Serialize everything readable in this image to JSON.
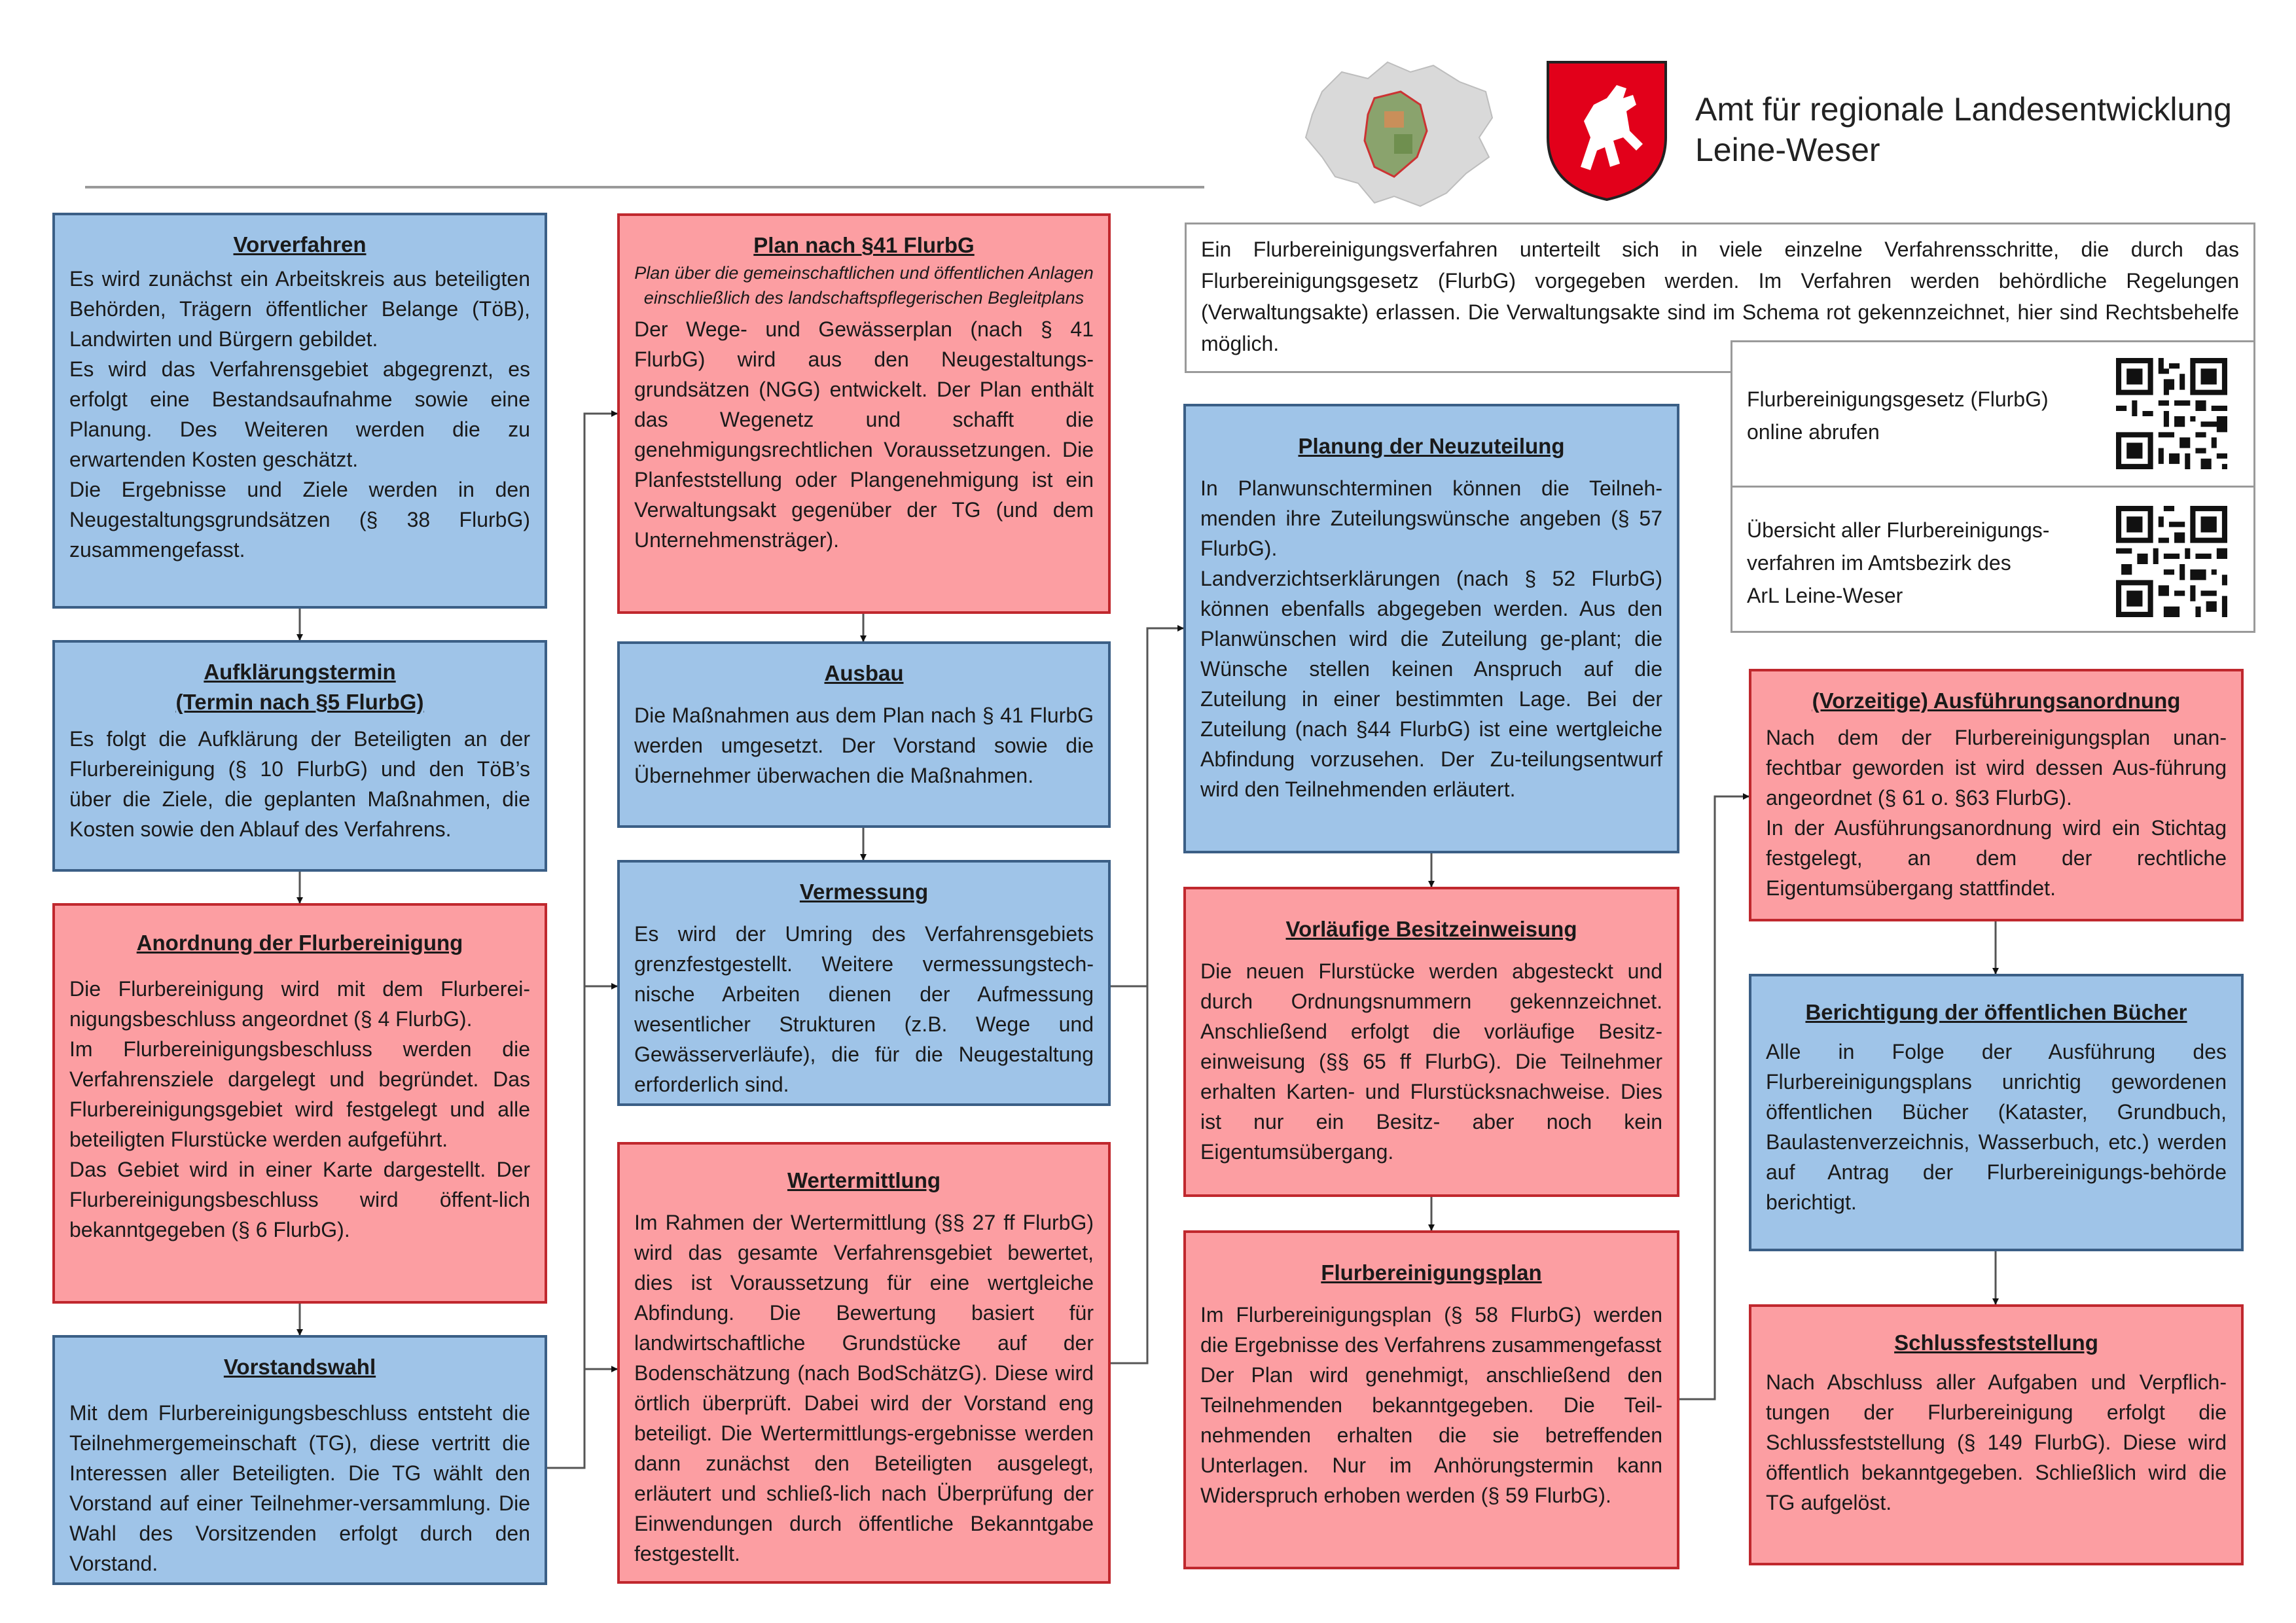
{
  "header": {
    "office_name_line1": "Amt für regionale Landesentwicklung",
    "office_name_line2": "Leine-Weser"
  },
  "info": {
    "text": "Ein Flurbereinigungsverfahren unterteilt sich in viele einzelne Verfahrensschritte, die durch das Flurbereinigungsgesetz (FlurbG) vorgegeben werden. Im Verfahren werden behördliche Regelungen (Verwaltungsakte) erlassen. Die Verwaltungsakte sind im Schema rot gekennzeichnet, hier sind Rechtsbehelfe möglich.",
    "qr1_line1": "Flurbereinigungsgesetz (FlurbG)",
    "qr1_line2": " online abrufen",
    "qr2_line1": "Übersicht aller Flurbereinigungs-",
    "qr2_line2": "verfahren im Amtsbezirk des",
    "qr2_line3": "ArL Leine-Weser"
  },
  "colors": {
    "blue_fill": "#9fc4e8",
    "blue_border": "#3b5f86",
    "red_fill": "#fc9ea2",
    "red_border": "#c0282e"
  },
  "steps": {
    "vorverfahren": {
      "title": "Vorverfahren",
      "p1": "Es wird zunächst ein Arbeitskreis aus beteiligten Behörden, Trägern öffentlicher Belange (TöB), Landwirten und Bürgern gebildet.",
      "p2": "Es wird das Verfahrensgebiet abgegrenzt, es erfolgt eine Bestandsaufnahme sowie eine Planung. Des Weiteren werden die zu erwartenden Kosten geschätzt.",
      "p3": "Die Ergebnisse und Ziele werden in den Neugestaltungsgrundsätzen (§ 38 FlurbG) zusammengefasst."
    },
    "aufklaerung": {
      "title": "Aufklärungstermin",
      "title2": "(Termin nach §5 FlurbG)",
      "p1": "Es folgt die Aufklärung der Beteiligten an der Flurbereinigung (§ 10 FlurbG) und den TöB’s über die Ziele, die geplanten Maßnahmen, die Kosten sowie den Ablauf des Verfahrens."
    },
    "anordnung": {
      "title": "Anordnung der Flurbereinigung",
      "p1": "Die Flurbereinigung wird mit dem Flurberei-nigungsbeschluss angeordnet (§ 4 FlurbG).",
      "p2": "Im Flurbereinigungsbeschluss werden die Verfahrensziele dargelegt und begründet. Das Flurbereinigungsgebiet wird festgelegt und alle beteiligten Flurstücke werden aufgeführt.",
      "p3": "Das Gebiet wird in einer Karte dargestellt. Der Flurbereinigungsbeschluss wird öffent-lich bekanntgegeben (§ 6 FlurbG)."
    },
    "vorstandswahl": {
      "title": "Vorstandswahl",
      "p1": "Mit dem Flurbereinigungsbeschluss entsteht die Teilnehmergemeinschaft (TG), diese vertritt die Interessen aller Beteiligten. Die TG wählt den Vorstand auf einer Teilnehmer-versammlung. Die Wahl des Vorsitzenden erfolgt durch den Vorstand."
    },
    "plan41": {
      "title": "Plan nach §41 FlurbG",
      "subtitle": "Plan über die gemeinschaftlichen und öffentlichen Anlagen einschließlich des landschaftspflegerischen Begleitplans",
      "p1": "Der Wege- und Gewässerplan (nach § 41 FlurbG) wird aus den Neugestaltungs-grundsätzen (NGG) entwickelt. Der Plan enthält das Wegenetz und schafft die genehmigungsrechtlichen Voraussetzungen. Die Planfeststellung oder Plangenehmigung ist ein Verwaltungsakt gegenüber der TG (und dem Unternehmensträger)."
    },
    "ausbau": {
      "title": "Ausbau",
      "p1": "Die Maßnahmen aus dem Plan nach § 41 FlurbG werden  umgesetzt. Der Vorstand sowie die Übernehmer überwachen die Maßnahmen."
    },
    "vermessung": {
      "title": "Vermessung",
      "p1": "Es wird der Umring des Verfahrensgebiets grenzfestgestellt. Weitere vermessungstech-nische Arbeiten dienen der Aufmessung wesentlicher Strukturen (z.B. Wege und Gewässerverläufe), die für die Neugestaltung erforderlich sind."
    },
    "wertermittlung": {
      "title": "Wertermittlung",
      "p1": "Im Rahmen der Wertermittlung (§§ 27 ff FlurbG) wird das gesamte Verfahrensgebiet bewertet, dies ist Voraussetzung für eine wertgleiche Abfindung. Die Bewertung basiert für landwirtschaftliche Grundstücke auf der Bodenschätzung (nach BodSchätzG). Diese wird örtlich überprüft. Dabei wird der Vorstand eng beteiligt. Die Wertermittlungs-ergebnisse werden dann zunächst den Beteiligten ausgelegt, erläutert und schließ-lich nach Überprüfung der Einwendungen durch öffentliche Bekanntgabe festgestellt."
    },
    "neuzuteilung": {
      "title": "Planung der Neuzuteilung",
      "p1": "In Planwunschterminen können die Teilneh-menden ihre Zuteilungswünsche angeben (§ 57 FlurbG).",
      "p2": "Landverzichtserklärungen (nach § 52 FlurbG) können ebenfalls abgegeben werden. Aus den Planwünschen wird die Zuteilung ge-plant; die Wünsche stellen keinen Anspruch auf die Zuteilung in einer bestimmten Lage. Bei der Zuteilung (nach §44 FlurbG) ist eine wertgleiche Abfindung vorzusehen. Der Zu-teilungsentwurf wird den Teilnehmenden erläutert."
    },
    "besitzeinweisung": {
      "title": "Vorläufige Besitzeinweisung",
      "p1": "Die neuen Flurstücke werden abgesteckt und durch Ordnungsnummern gekennzeichnet. Anschließend erfolgt die vorläufige Besitz-einweisung (§§ 65 ff FlurbG). Die Teilnehmer erhalten Karten- und Flurstücksnachweise. Dies ist nur ein Besitz- aber noch kein Eigentumsübergang."
    },
    "flurbplan": {
      "title": "Flurbereinigungsplan",
      "p1": "Im Flurbereinigungsplan (§ 58 FlurbG) werden die Ergebnisse des Verfahrens zusammengefasst",
      "p2": "Der Plan wird genehmigt, anschließend den Teilnehmenden bekanntgegeben. Die Teil-nehmenden erhalten die sie betreffenden Unterlagen. Nur im Anhörungstermin kann Widerspruch erhoben werden (§ 59 FlurbG)."
    },
    "ausfuehrung": {
      "title": "(Vorzeitige) Ausführungsanordnung",
      "p1": "Nach dem der Flurbereinigungsplan unan-fechtbar geworden ist wird dessen Aus-führung angeordnet (§ 61 o. §63 FlurbG).",
      "p2": "In der Ausführungsanordnung wird ein Stichtag festgelegt, an dem der rechtliche Eigentumsübergang stattfindet."
    },
    "berichtigung": {
      "title": "Berichtigung der öffentlichen Bücher",
      "p1": "Alle in Folge der Ausführung des Flurbereinigungsplans unrichtig gewordenen öffentlichen Bücher (Kataster, Grundbuch, Baulastenverzeichnis, Wasserbuch, etc.) werden auf Antrag der Flurbereinigungs-behörde berichtigt."
    },
    "schluss": {
      "title": "Schlussfeststellung",
      "p1": "Nach Abschluss aller Aufgaben und Verpflich-tungen der Flurbereinigung erfolgt die Schlussfeststellung (§ 149 FlurbG). Diese wird öffentlich bekanntgegeben. Schließlich wird die TG aufgelöst."
    }
  }
}
